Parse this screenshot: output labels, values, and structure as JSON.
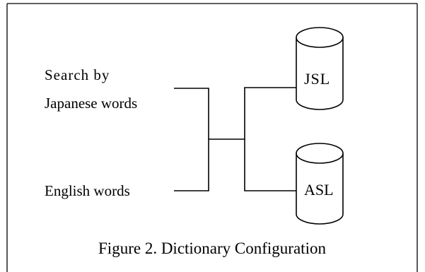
{
  "diagram": {
    "inputs": {
      "line1": "Search by",
      "line2": "Japanese words",
      "line3": "English words"
    },
    "databases": {
      "top": "JSL",
      "bottom": "ASL"
    },
    "caption": "Figure 2. Dictionary Configuration"
  }
}
